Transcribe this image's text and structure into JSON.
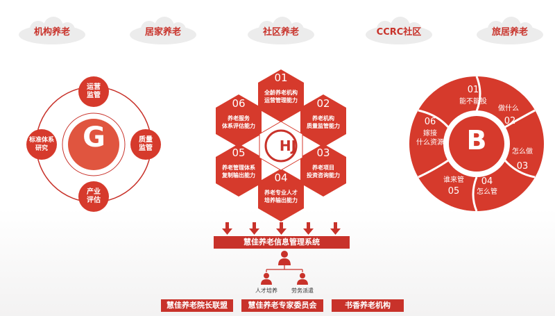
{
  "categories": [
    "机构养老",
    "居家养老",
    "社区养老",
    "CCRC社区",
    "旅居养老"
  ],
  "g_diagram": {
    "center": "G",
    "nodes": {
      "top": "运营\n监管",
      "right": "质量\n监管",
      "bottom": "产业\n评估",
      "left": "标准体系\n研究"
    }
  },
  "hex_diagram": {
    "center_logo": "HJ",
    "items": [
      {
        "num": "01",
        "text": "全龄养老机构\n运营管理能力"
      },
      {
        "num": "02",
        "text": "养老机构\n质量监管能力"
      },
      {
        "num": "03",
        "text": "养老项目\n投资咨询能力"
      },
      {
        "num": "04",
        "text": "养老专业人才\n培养输出能力"
      },
      {
        "num": "05",
        "text": "养老管理体系\n复制输出能力"
      },
      {
        "num": "06",
        "text": "养老服务\n体系评估能力"
      }
    ]
  },
  "b_diagram": {
    "center": "B",
    "items": [
      {
        "num": "01",
        "text": "能不能投"
      },
      {
        "num": "02",
        "text": "做什么"
      },
      {
        "num": "03",
        "text": "怎么做"
      },
      {
        "num": "04",
        "text": "怎么管"
      },
      {
        "num": "05",
        "text": "谁来管"
      },
      {
        "num": "06",
        "text": "嫁接\n什么资源"
      }
    ]
  },
  "system_bar": "慧佳养老信息管理系统",
  "org": {
    "left_label": "人才培养",
    "right_label": "劳务派遣"
  },
  "bottom_bars": [
    "慧佳养老院长联盟",
    "慧佳养老专家委员会",
    "书香养老机构"
  ],
  "colors": {
    "accent": "#c8322a",
    "accent_light": "#e0553f"
  }
}
